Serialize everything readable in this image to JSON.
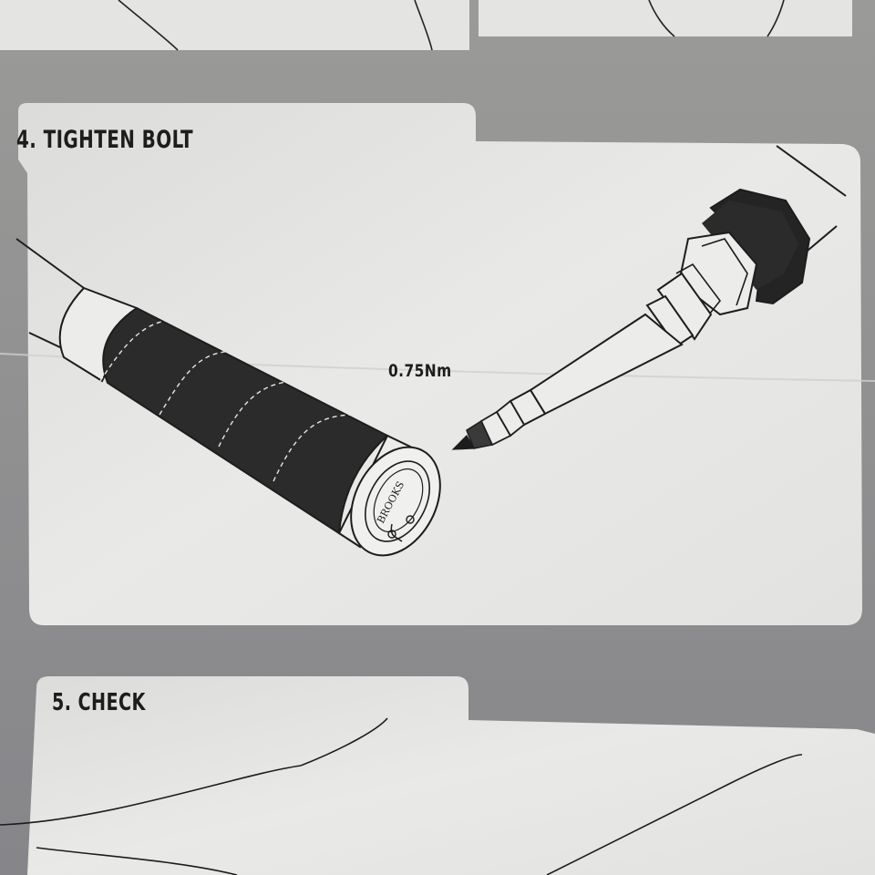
{
  "steps": [
    {
      "title": "4. TIGHTEN BOLT"
    },
    {
      "title": "5. CHECK"
    }
  ],
  "illustration": {
    "torque_value": "0.75Nm",
    "brand_logo": "BROOKS",
    "icons": [
      "handlebar-grip-icon",
      "torque-driver-icon"
    ]
  },
  "colors": {
    "paper": "#e6e6e4",
    "paper_shadow": "#8e8e8c",
    "ink": "#1d1d1d",
    "grip": "#2b2b2b"
  }
}
